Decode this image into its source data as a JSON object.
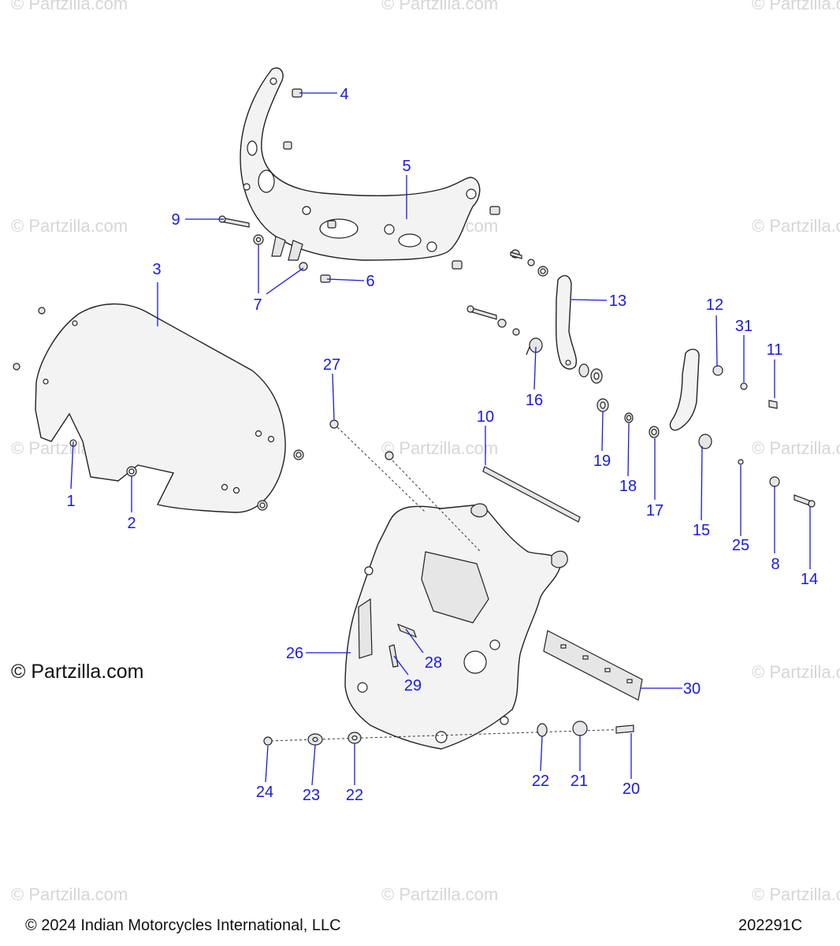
{
  "watermark": "© Partzilla.com",
  "brand": "© Partzilla.com",
  "copyright": "© 2024 Indian Motorcycles International, LLC",
  "diagram_id": "202291C",
  "callout_color": "#1a1ae0",
  "callouts": [
    "1",
    "2",
    "3",
    "4",
    "5",
    "6",
    "7",
    "8",
    "9",
    "10",
    "11",
    "12",
    "13",
    "14",
    "15",
    "16",
    "17",
    "18",
    "19",
    "20",
    "21",
    "22",
    "22",
    "23",
    "24",
    "25",
    "26",
    "27",
    "28",
    "29",
    "30",
    "31"
  ]
}
